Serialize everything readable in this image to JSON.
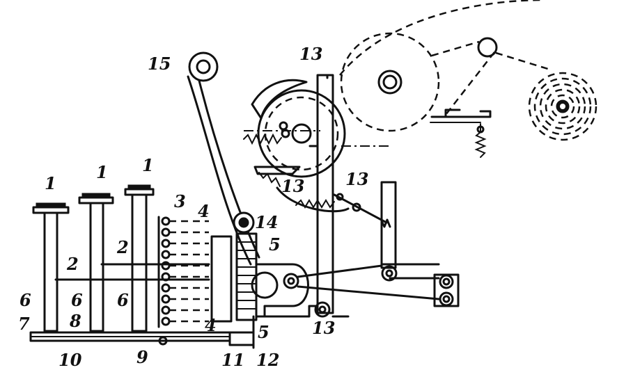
{
  "labels": [
    {
      "id": "l15",
      "text": "15"
    },
    {
      "id": "l13a",
      "text": "13"
    },
    {
      "id": "l13b",
      "text": "13"
    },
    {
      "id": "l13c",
      "text": "13"
    },
    {
      "id": "l13d",
      "text": "13"
    },
    {
      "id": "l14",
      "text": "14"
    },
    {
      "id": "l1a",
      "text": "1"
    },
    {
      "id": "l1b",
      "text": "1"
    },
    {
      "id": "l1c",
      "text": "1"
    },
    {
      "id": "l3",
      "text": "3"
    },
    {
      "id": "l4a",
      "text": "4"
    },
    {
      "id": "l4b",
      "text": "4"
    },
    {
      "id": "l5a",
      "text": "5"
    },
    {
      "id": "l5b",
      "text": "5"
    },
    {
      "id": "l2a",
      "text": "2"
    },
    {
      "id": "l2b",
      "text": "2"
    },
    {
      "id": "l6a",
      "text": "6"
    },
    {
      "id": "l6b",
      "text": "6"
    },
    {
      "id": "l6c",
      "text": "6"
    },
    {
      "id": "l7",
      "text": "7"
    },
    {
      "id": "l8",
      "text": "8"
    },
    {
      "id": "l9",
      "text": "9"
    },
    {
      "id": "l10",
      "text": "10"
    },
    {
      "id": "l11",
      "text": "11"
    },
    {
      "id": "l12",
      "text": "12"
    }
  ]
}
